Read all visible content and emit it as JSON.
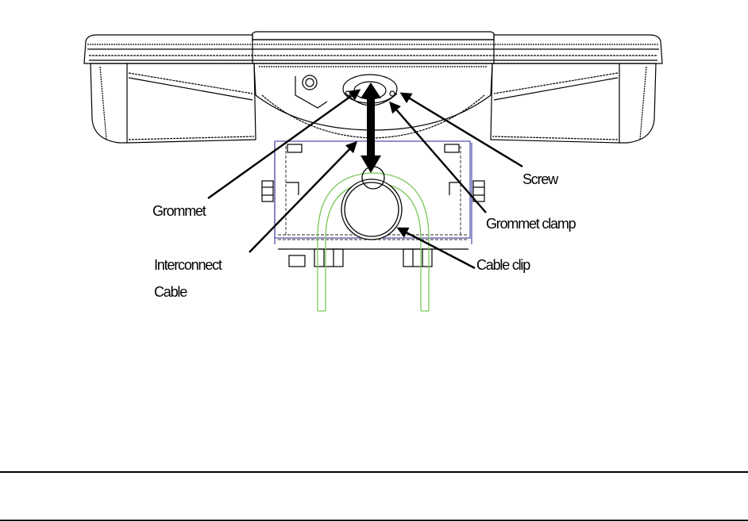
{
  "labels": {
    "screw": "Screw",
    "grommet": "Grommet",
    "grommet_clamp": "Grommet clamp",
    "interconnect_cable_line1": "Interconnect",
    "interconnect_cable_line2": "Cable",
    "cable_clip": "Cable clip"
  },
  "colors": {
    "line": "#000000",
    "hidden_line": "#555555",
    "bracket_blue": "#4a4aa8",
    "clip_green": "#7bc85a",
    "background": "#ffffff"
  }
}
